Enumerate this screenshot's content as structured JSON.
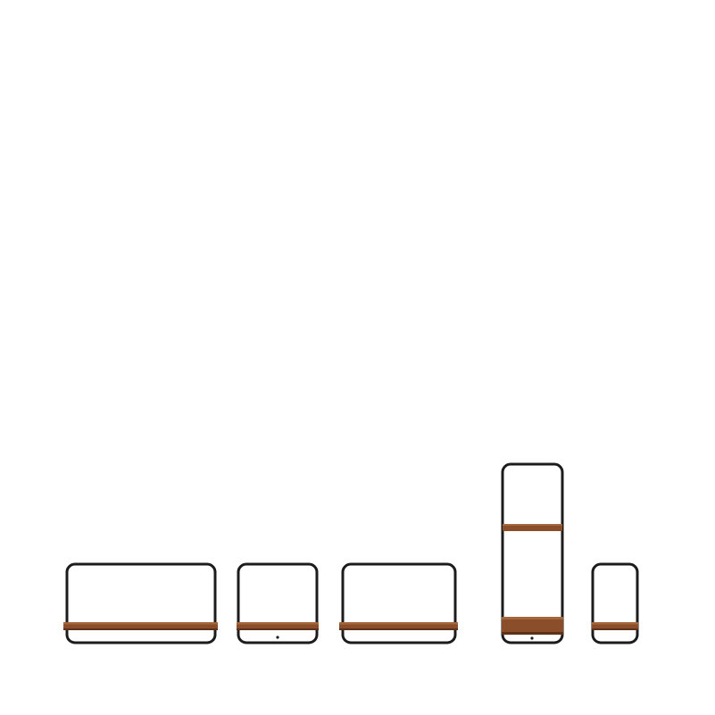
{
  "colors": {
    "background": "#ffffff",
    "frame": "#1c1c1c",
    "wood": "#8a4f2a",
    "wood_top": "#a86a3f",
    "wood_edge": "#5e3219"
  },
  "shelves": [
    {
      "type": "wide-single-shelf-frame"
    },
    {
      "type": "small-single-shelf-frame"
    },
    {
      "type": "medium-single-shelf-frame"
    },
    {
      "type": "tall-double-shelf-frame"
    },
    {
      "type": "narrow-single-shelf-frame"
    }
  ]
}
